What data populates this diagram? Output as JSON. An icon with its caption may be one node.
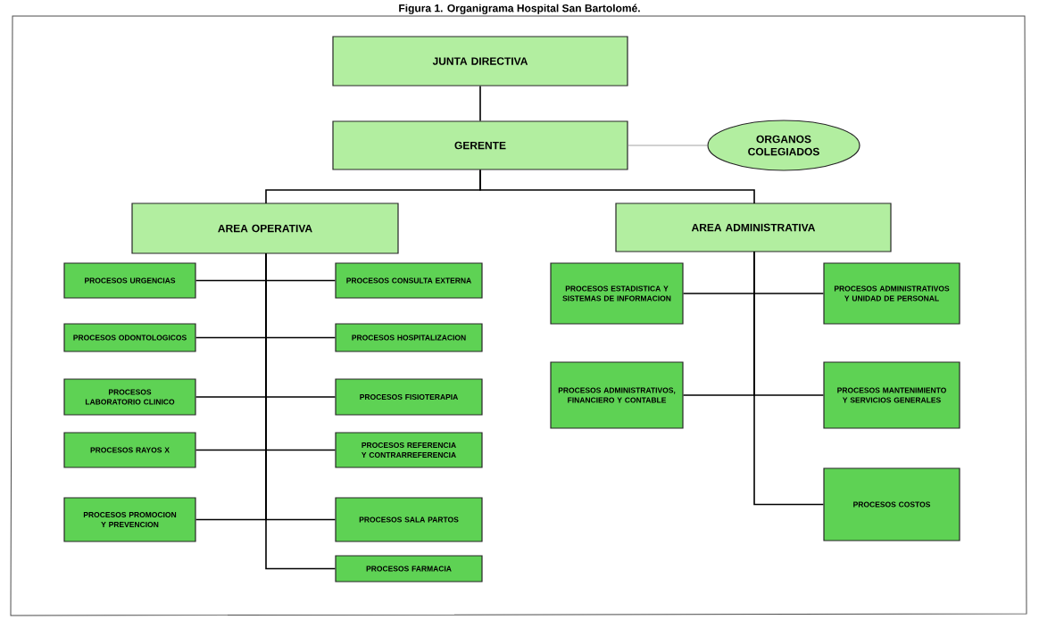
{
  "diagram": {
    "title": "Figura 1. Organigrama Hospital San Bartolomé.",
    "nodes": [
      {
        "text": [
          "JUNTA DIRECTIVA"
        ]
      },
      {
        "text": [
          "GERENTE"
        ]
      },
      {
        "text": [
          "ORGANOS COLEGIADOS"
        ]
      },
      {
        "text": [
          "AREA OPERATIVA"
        ]
      },
      {
        "text": [
          "AREA ADMINISTRATIVA"
        ]
      },
      {
        "text": [
          "PROCESOS URGENCIAS"
        ]
      },
      {
        "text": [
          "PROCESOS CONSULTA EXTERNA"
        ]
      },
      {
        "text": [
          "PROCESOS ODONTOLOGICOS"
        ]
      },
      {
        "text": [
          "PROCESOS HOSPITALIZACION"
        ]
      },
      {
        "text": [
          "PROCESOS LABORATORIO CLINICO"
        ]
      },
      {
        "text": [
          "PROCESOS FISIOTERAPIA"
        ]
      },
      {
        "text": [
          "PROCESOS RAYOS X"
        ]
      },
      {
        "text": [
          "PROCESOS REFERENCIA Y CONTRARREFERENCIA"
        ]
      },
      {
        "text": [
          "PROCESOS PROMOCION Y PREVENCION"
        ]
      },
      {
        "text": [
          "PROCESOS SALA PARTOS"
        ]
      },
      {
        "text": [
          "PROCESOS FARMACIA"
        ]
      },
      {
        "text": [
          "PROCESOS ESTADISTICA Y SISTEMAS DE INFORMACION"
        ]
      },
      {
        "text": [
          "PROCESOS ADMINISTRATIVOS Y UNIDAD DE PERSONAL"
        ]
      },
      {
        "text": [
          "PROCESOS ADMINISTRATIVOS, FINANCIERO Y CONTABLE"
        ]
      },
      {
        "text": [
          "PROCESOS MANTENIMIENTO Y SERVICIOS GENERALES"
        ]
      },
      {
        "text": [
          "PROCESOS COSTOS"
        ]
      }
    ],
    "edges": [
      {
        "from": 0,
        "to": 1,
        "arrow": "none"
      },
      {
        "from": 1,
        "to": 2,
        "arrow": "none",
        "color": "#8a8a8a"
      },
      {
        "from": 1,
        "to": 3,
        "arrow": "none"
      },
      {
        "from": 1,
        "to": 4,
        "arrow": "none"
      },
      {
        "from": 3,
        "to": 5,
        "arrow": "none"
      },
      {
        "from": 3,
        "to": 6,
        "arrow": "none"
      },
      {
        "from": 3,
        "to": 7,
        "arrow": "none"
      },
      {
        "from": 3,
        "to": 8,
        "arrow": "none"
      },
      {
        "from": 3,
        "to": 9,
        "arrow": "none"
      },
      {
        "from": 3,
        "to": 10,
        "arrow": "none"
      },
      {
        "from": 3,
        "to": 11,
        "arrow": "none"
      },
      {
        "from": 3,
        "to": 12,
        "arrow": "none"
      },
      {
        "from": 3,
        "to": 13,
        "arrow": "none"
      },
      {
        "from": 3,
        "to": 14,
        "arrow": "none"
      },
      {
        "from": 3,
        "to": 15,
        "arrow": "none"
      },
      {
        "from": 4,
        "to": 16,
        "arrow": "none"
      },
      {
        "from": 4,
        "to": 17,
        "arrow": "none"
      },
      {
        "from": 4,
        "to": 18,
        "arrow": "none"
      },
      {
        "from": 4,
        "to": 19,
        "arrow": "none"
      },
      {
        "from": 4,
        "to": 20,
        "arrow": "none"
      }
    ]
  }
}
